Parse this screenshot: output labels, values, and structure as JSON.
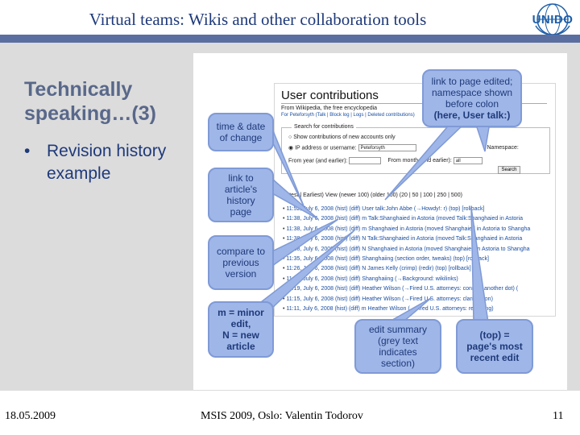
{
  "slide": {
    "title": "Virtual teams: Wikis and other collaboration tools",
    "logo_text": "UNIDO",
    "heading_line1": "Technically",
    "heading_line2": "speaking…(3)",
    "bullet_marker": "•",
    "bullet_text": "Revision history example"
  },
  "screenshot": {
    "page_title": "User contributions",
    "from_line": "From Wikipedia, the free encyclopedia",
    "tools_line": "For Peteforsyth (Talk | Block log | Logs | Deleted contributions)",
    "search_legend": "Search for contributions",
    "option_new": "Show contributions of new accounts only",
    "option_ip": "IP address or username:",
    "username_value": "Peteforsyth",
    "namespace_label": "Namespace:",
    "from_year_label": "From year (and earlier):",
    "from_month_label": "From month (and earlier):",
    "month_value": "all",
    "search_button": "Search",
    "nav_line": "(Latest | Earliest) View (newer 100) (older 100) (20 | 50 | 100 | 250 | 500)",
    "rows": [
      "11:52, July 6, 2008 (hist) (diff) User talk:John Abbe (→Howdy!: r) (top) [rollback]",
      "11:38, July 6, 2008 (hist) (diff) m Talk:Shanghaied in Astoria (moved Talk:Shanghaied in Astoria",
      "11:38, July 6, 2008 (hist) (diff) m Shanghaied in Astoria (moved Shanghaied in Astoria to Shangha",
      "11:38, July 6, 2008 (hist) (diff) N Talk:Shanghaied in Astoria (moved Talk:Shanghaied in Astoria",
      "11:38, July 6, 2008 (hist) (diff) N Shanghaied in Astoria (moved Shanghaied in Astoria to Shangha",
      "11:35, July 6, 2008 (hist) (diff) Shanghaiing (section order, tweaks) (top) [rollback]",
      "11:26, July 6, 2008 (hist) (diff) N James Kelly (crimp) (redir) (top) [rollback]",
      "11:25, July 6, 2008 (hist) (diff) Shanghaiing (→Background: wikilinks)",
      "11:19, July 6, 2008 (hist) (diff) Heather Wilson (→Fired U.S. attorneys: connect another dot) (",
      "11:15, July 6, 2008 (hist) (diff) Heather Wilson (→Fired U.S. attorneys: clarification)",
      "11:11, July 6, 2008 (hist) (diff) m Heather Wilson (→Fired U.S. attorneys: rel thying)"
    ]
  },
  "callouts": {
    "namespace": "link to page edited;\nnamespace shown\nbefore colon",
    "namespace_bold": "(here, User talk:)",
    "date": "time & date\nof change",
    "history": "link to\narticle's\nhistory\npage",
    "compare": "compare to\nprevious\nversion",
    "minor": "m = minor\nedit,\nN = new\narticle",
    "summary": "edit summary\n(grey text\nindicates\nsection)",
    "top": "(top) =\npage's most\nrecent edit"
  },
  "footer": {
    "date": "18.05.2009",
    "center": "MSIS 2009, Oslo: Valentin Todorov",
    "page": "11"
  }
}
